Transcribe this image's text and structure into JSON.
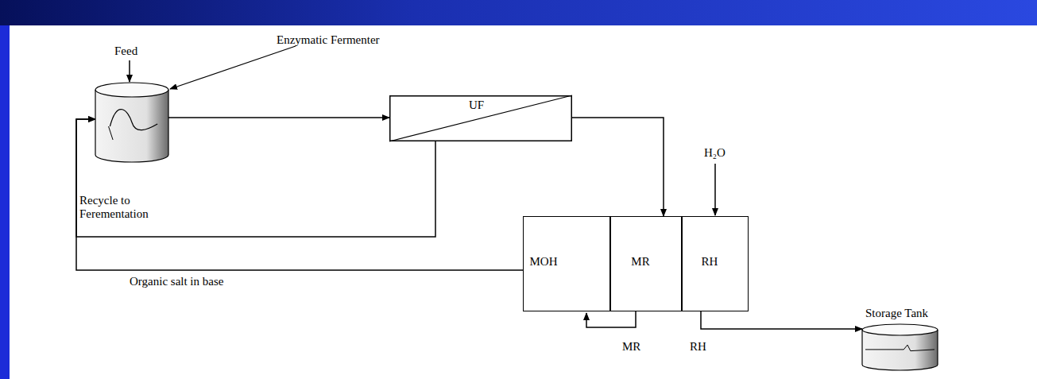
{
  "diagram": {
    "nodes": [
      {
        "text": [
          "Enzymatic Fermenter"
        ]
      },
      {
        "text": [
          "UF"
        ]
      },
      {
        "text": [
          "MOH"
        ]
      },
      {
        "text": [
          "MR"
        ]
      },
      {
        "text": [
          "RH"
        ]
      },
      {
        "text": [
          "Storage Tank"
        ]
      }
    ],
    "edges": [
      {
        "from": 0,
        "to": 1,
        "arrow": "to"
      },
      {
        "from": 1,
        "to": 0,
        "arrow": "to",
        "label": "Recycle to Ferementation"
      },
      {
        "from": 2,
        "to": 0,
        "arrow": "to",
        "label": "Organic salt in base"
      },
      {
        "from": 1,
        "to": 3,
        "arrow": "to"
      },
      {
        "from": 4,
        "to": 5,
        "arrow": "to"
      }
    ],
    "labels": [
      "Feed",
      "H₂O",
      "MR",
      "RH"
    ]
  }
}
